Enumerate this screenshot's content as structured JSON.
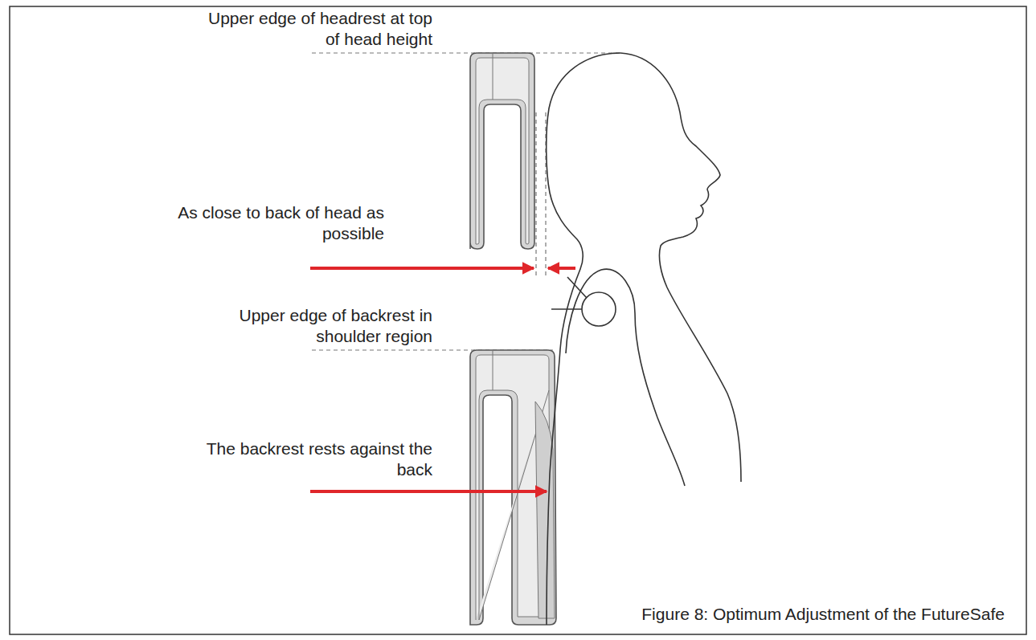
{
  "diagram": {
    "caption": "Figure 8: Optimum Adjustment of the FutureSafe",
    "labels": [
      "Upper edge of headrest at top of head height",
      "As close to back of head as possible",
      "Upper edge of backrest in shoulder region",
      "The backrest rests against the back"
    ]
  }
}
